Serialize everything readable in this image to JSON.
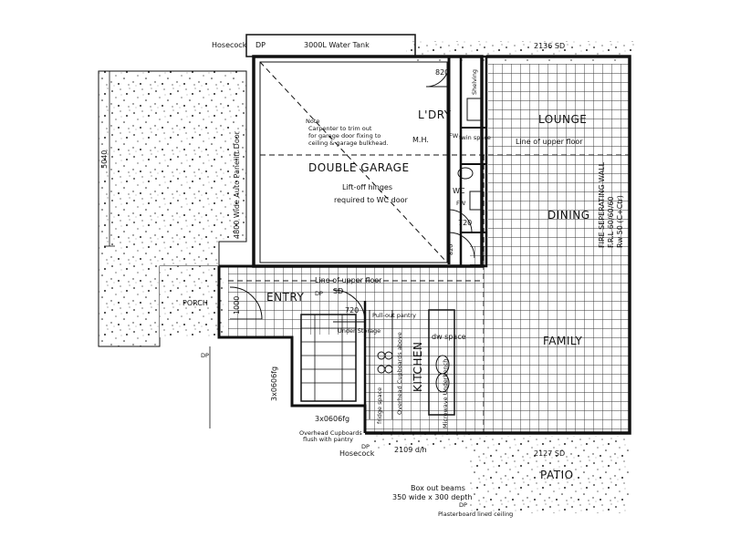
{
  "labels": {
    "hosecock_top": "Hosecock",
    "dp_top": "DP",
    "water_tank": "3000L Water Tank",
    "dim_2136": "2136 SD",
    "dim_820": "820",
    "shelving": "Shelving",
    "lounge": "LOUNGE",
    "lddry": "L'DRY",
    "mh": "M.H.",
    "twin_space": "twin space",
    "fw_laundry": "FW",
    "line_upper_floor_right": "Line of upper floor",
    "note_title": "Note",
    "note_line1": "Carpenter to trim out",
    "note_line2": "for garage door fixing to",
    "note_line3": "ceiling & garage bulkhead.",
    "double_garage": "DOUBLE GARAGE",
    "dim_5040": "5040",
    "garage_door": "4800 Wide Auto Panelift Door",
    "lift_off_1": "Lift-off hinges",
    "lift_off_2": "required to WC door",
    "wc": "WC",
    "fw_wc": "FW",
    "dim_720_wc": "720",
    "dim_820_wc": "820",
    "dining": "DINING",
    "fire_wall_1": "FIRE SEPERATING WALL",
    "fire_wall_2": "F.R.L 60/60/60",
    "fire_wall_3": "Rw 50 (C+Ctr)",
    "line_upper_floor_left": "Line of upper floor",
    "sd_entry": "SD",
    "dim_720_entry": "720",
    "dp_entry": "DP",
    "porch": "PORCH",
    "dim_1000": "1000",
    "entry": "ENTRY",
    "under_storage": "Under Storage",
    "pull_out_pantry": "Pull-out pantry",
    "dw_space": "dw space",
    "family": "FAMILY",
    "kitchen": "KITCHEN",
    "overhead_cupboards": "Overhead Cupboards above",
    "microwave": "Microwave Underbench",
    "fridge_space": "fridge space",
    "dp_left": "DP",
    "window_left": "3x0606fg",
    "window_bottom": "3x0606fg",
    "overhead_cb_1": "Overhead Cupboards",
    "overhead_cb_2": "flush with pantry",
    "dp_bottom": "DP",
    "hosecock_bottom": "Hosecock",
    "dim_2109": "2109 d/h",
    "dim_2127": "2127 SD",
    "patio": "PATIO",
    "box_out_1": "Box out beams",
    "box_out_2": "350 wide x 300 depth",
    "dp_patio": "DP",
    "plasterboard": "Plasterboard lined ceiling"
  }
}
